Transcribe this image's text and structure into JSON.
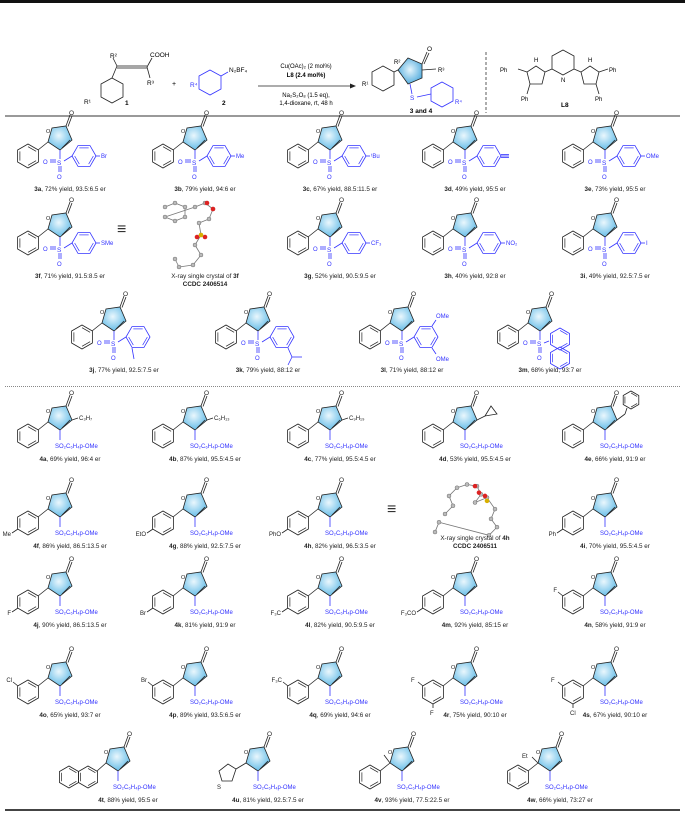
{
  "scheme": {
    "sm1": {
      "r2": "R²",
      "acid": "COOH",
      "r3": "R³",
      "r1": "R¹",
      "label": "1"
    },
    "plus": "+",
    "sm2": {
      "r4": "R⁴",
      "group": "N₂BF₄",
      "label": "2"
    },
    "conditions_above": [
      "Cu(OAc)₂ (2 mol%)",
      "L8 (2.4 mol%)"
    ],
    "conditions_below": [
      "Na₂S₂O₈ (1.5 eq),",
      "1,4-dioxane, rt, 48 h"
    ],
    "product": {
      "r1": "R¹",
      "r2": "R²",
      "r3": "R³",
      "r4": "R⁴",
      "o": "O",
      "s": "S",
      "label": "3 and 4"
    },
    "ligand": {
      "label": "L8",
      "ph": "Ph",
      "nh": "H",
      "n": "N"
    }
  },
  "colors": {
    "sulfonyl": "#3333ff",
    "ring_fill": "#5bb8e6",
    "rule": "#999999"
  },
  "section3": [
    {
      "id": "3a",
      "detail": ", 72% yield, 93.5:6.5 er",
      "sub": "Br"
    },
    {
      "id": "3b",
      "detail": ", 79% yield, 94:6 er",
      "sub": "Me"
    },
    {
      "id": "3c",
      "detail": ", 67% yield, 88.5:11.5 er",
      "sub": "ᵗBu"
    },
    {
      "id": "3d",
      "detail": ", 49% yield, 95:5 er",
      "sub": ""
    },
    {
      "id": "3e",
      "detail": ", 73% yield, 95:5 er",
      "sub": "OMe"
    },
    {
      "id": "3f",
      "detail": ", 71% yield, 91.5:8.5 er",
      "sub": "SMe"
    },
    {
      "id": "3g",
      "detail": ", 52% yield, 90.5:9.5 er",
      "sub": "CF₃"
    },
    {
      "id": "3h",
      "detail": ", 40% yield, 92:8 er",
      "sub": "NO₂"
    },
    {
      "id": "3i",
      "detail": ", 49% yield, 92.5:7.5 er",
      "sub": "I"
    },
    {
      "id": "3j",
      "detail": ", 77% yield, 92.5:7.5 er",
      "sub": ""
    },
    {
      "id": "3k",
      "detail": ", 79% yield, 88:12 er",
      "sub": ""
    },
    {
      "id": "3l",
      "detail": ", 71% yield, 88:12 er",
      "sub": "OMe",
      "sub2": "OMe"
    },
    {
      "id": "3m",
      "detail": ", 68% yield, 93:7 er",
      "sub": ""
    }
  ],
  "crystal3": {
    "equiv": "≡",
    "caption": "X-ray single crystal of ",
    "compound": "3f",
    "ccdc": "CCDC 2406514"
  },
  "section4_sulfonyl": "SO₂C₆H₄p-OMe",
  "section4": [
    {
      "id": "4a",
      "detail": ", 69% yield, 96:4 er",
      "r3": "C₃H₇",
      "aryl": ""
    },
    {
      "id": "4b",
      "detail": ", 87% yield, 95.5:4.5 er",
      "r3": "C₆H₁₃",
      "aryl": ""
    },
    {
      "id": "4c",
      "detail": ", 77% yield, 95.5:4.5 er",
      "r3": "C₉H₁₉",
      "aryl": ""
    },
    {
      "id": "4d",
      "detail": ", 53% yield, 95.5:4.5 er",
      "r3": "",
      "aryl": ""
    },
    {
      "id": "4e",
      "detail": ", 66% yield, 91:9 er",
      "r3": "",
      "aryl": ""
    },
    {
      "id": "4f",
      "detail": ", 86% yield, 86.5:13.5 er",
      "r3": "",
      "aryl": "Me"
    },
    {
      "id": "4g",
      "detail": ", 88% yield, 92.5:7.5 er",
      "r3": "",
      "aryl": "EtO"
    },
    {
      "id": "4h",
      "detail": ", 82% yield, 96.5:3.5 er",
      "r3": "",
      "aryl": "PhO"
    },
    {
      "id": "4i",
      "detail": ", 70% yield, 95.5:4.5 er",
      "r3": "",
      "aryl": "Ph"
    },
    {
      "id": "4j",
      "detail": ", 90% yield, 86.5:13.5 er",
      "r3": "",
      "aryl": "F"
    },
    {
      "id": "4k",
      "detail": ", 81% yield, 91:9 er",
      "r3": "",
      "aryl": "Br"
    },
    {
      "id": "4l",
      "detail": ", 82% yield, 90.5:9.5 er",
      "r3": "",
      "aryl": "F₃C"
    },
    {
      "id": "4m",
      "detail": ", 92% yield, 85:15 er",
      "r3": "",
      "aryl": "F₃CO"
    },
    {
      "id": "4n",
      "detail": ", 58% yield, 91:9 er",
      "r3": "",
      "aryl": "F"
    },
    {
      "id": "4o",
      "detail": ", 65% yield, 93:7 er",
      "r3": "",
      "aryl": "Cl"
    },
    {
      "id": "4p",
      "detail": ", 89% yield, 93.5:6.5 er",
      "r3": "",
      "aryl": "Br"
    },
    {
      "id": "4q",
      "detail": ", 69% yield, 94:6 er",
      "r3": "",
      "aryl": "F₃C"
    },
    {
      "id": "4r",
      "detail": ", 75% yield, 90:10 er",
      "r3": "",
      "aryl": "F",
      "aryl2": "F"
    },
    {
      "id": "4s",
      "detail": ", 67% yield, 90:10 er",
      "r3": "",
      "aryl": "F",
      "aryl2": "Cl"
    },
    {
      "id": "4t",
      "detail": ", 88% yield, 95:5 er",
      "r3": "",
      "aryl": ""
    },
    {
      "id": "4u",
      "detail": ", 81% yield, 92.5:7.5 er",
      "r3": "",
      "aryl": "S"
    },
    {
      "id": "4v",
      "detail": ", 93% yield, 77.5:22.5 er",
      "r3": "",
      "aryl": ""
    },
    {
      "id": "4w",
      "detail": ", 66% yield, 73:27 er",
      "r3": "",
      "aryl": "",
      "c5": "Et"
    }
  ],
  "crystal4": {
    "equiv": "≡",
    "caption": "X-ray single crystal of ",
    "compound": "4h",
    "ccdc": "CCDC 2406511"
  }
}
